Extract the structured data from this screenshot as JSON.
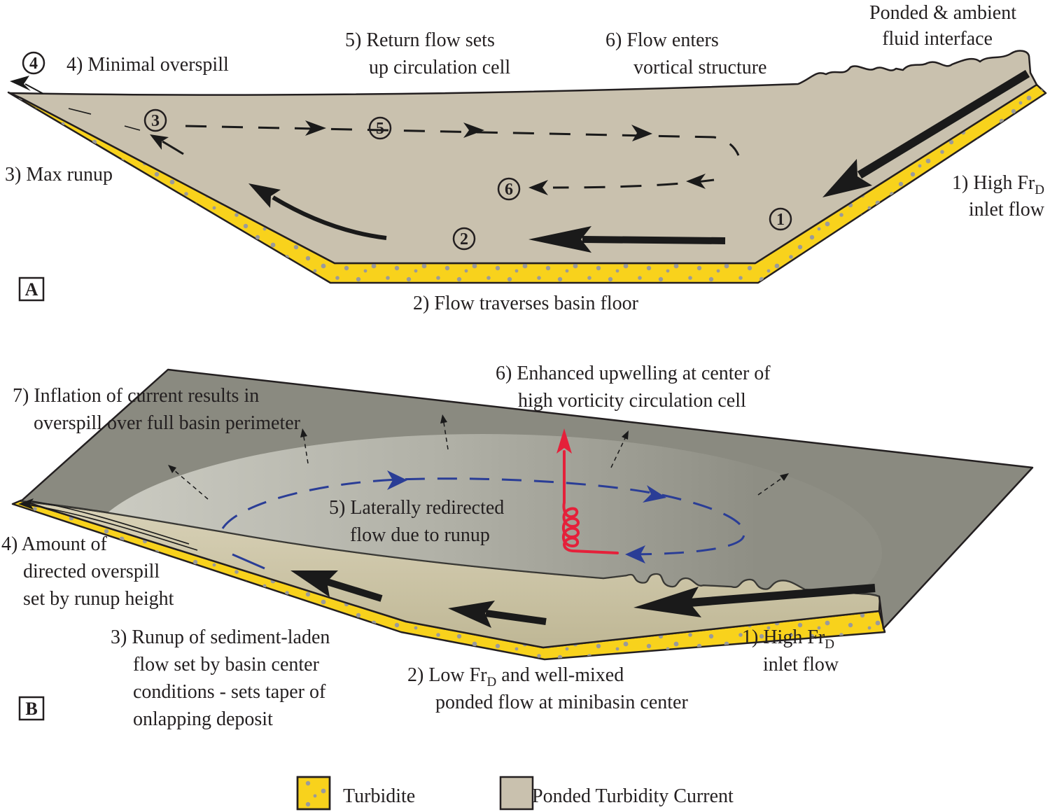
{
  "panel_a": {
    "label": "A",
    "fluid_interface": [
      "Ponded & ambient",
      "fluid interface"
    ],
    "return_flow": [
      "5) Return flow sets",
      "up circulation cell"
    ],
    "vortical_structure": [
      "6) Flow enters",
      "vortical structure"
    ],
    "minimal_overspill": "4) Minimal overspill",
    "max_runup": "3) Max runup",
    "inlet_flow": {
      "text": "1) High Fr",
      "sub": "D",
      "line2": "inlet flow"
    },
    "basin_floor": "2) Flow traverses basin floor",
    "markers": {
      "m1": "1",
      "m2": "2",
      "m3": "3",
      "m4": "4",
      "m5": "5",
      "m6": "6"
    }
  },
  "panel_b": {
    "label": "B",
    "upwelling": [
      "6) Enhanced upwelling at center of",
      "high vorticity circulation cell"
    ],
    "inflation": [
      "7) Inflation of current results in",
      "overspill over full basin perimeter"
    ],
    "lateral_redirect": [
      "5) Laterally redirected",
      "flow due to runup"
    ],
    "directed_overspill": [
      "4) Amount of",
      "directed overspill",
      "set by runup height"
    ],
    "runup": [
      "3) Runup of sediment-laden",
      "flow set by basin center",
      "conditions - sets taper of",
      "onlapping deposit"
    ],
    "ponded_center": {
      "text": "2) Low Fr",
      "sub": "D",
      "rest": " and well-mixed",
      "line2": "ponded flow at minibasin center"
    },
    "inlet_flow": {
      "text": "1) High Fr",
      "sub": "D",
      "line2": "inlet flow"
    }
  },
  "legend": [
    {
      "label": "Turbidite"
    },
    {
      "label": "Ponded Turbidity Current"
    }
  ],
  "colors": {
    "turbidite": "#f8d21c",
    "current": "#c9c1ae",
    "ambient_surface": "#8a8a80",
    "lateral_flow": "#2a3d96",
    "upwelling": "#e5203a",
    "sediment_grains": "#9a9a9a"
  }
}
